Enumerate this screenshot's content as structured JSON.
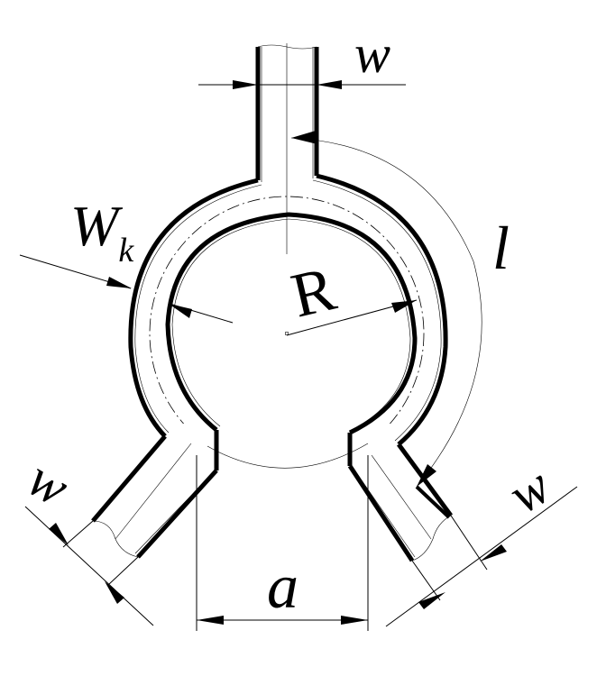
{
  "labels": {
    "w_top": "w",
    "w_k": "W",
    "w_k_subscript": "k",
    "R": "R",
    "l": "l",
    "w_left": "w",
    "w_right": "w",
    "a": "a"
  }
}
